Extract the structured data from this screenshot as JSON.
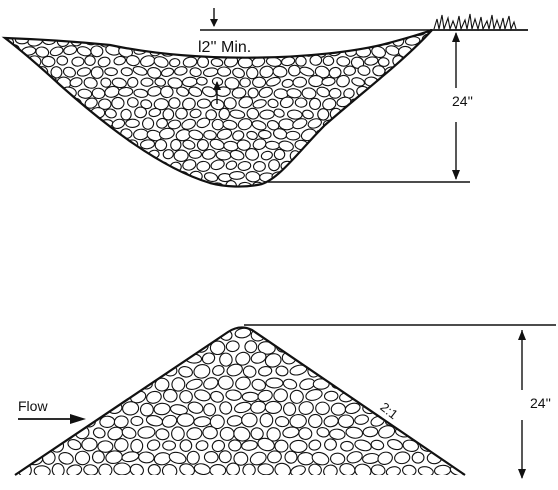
{
  "channel_section": {
    "depth_label": "24''",
    "cover_label": "l2'' Min."
  },
  "check_dam_section": {
    "flow_label": "Flow",
    "slope_label": "2:1",
    "height_label": "24''"
  },
  "colors": {
    "ink": "#111111",
    "stone_fill": "#ffffff",
    "background": "#ffffff"
  }
}
